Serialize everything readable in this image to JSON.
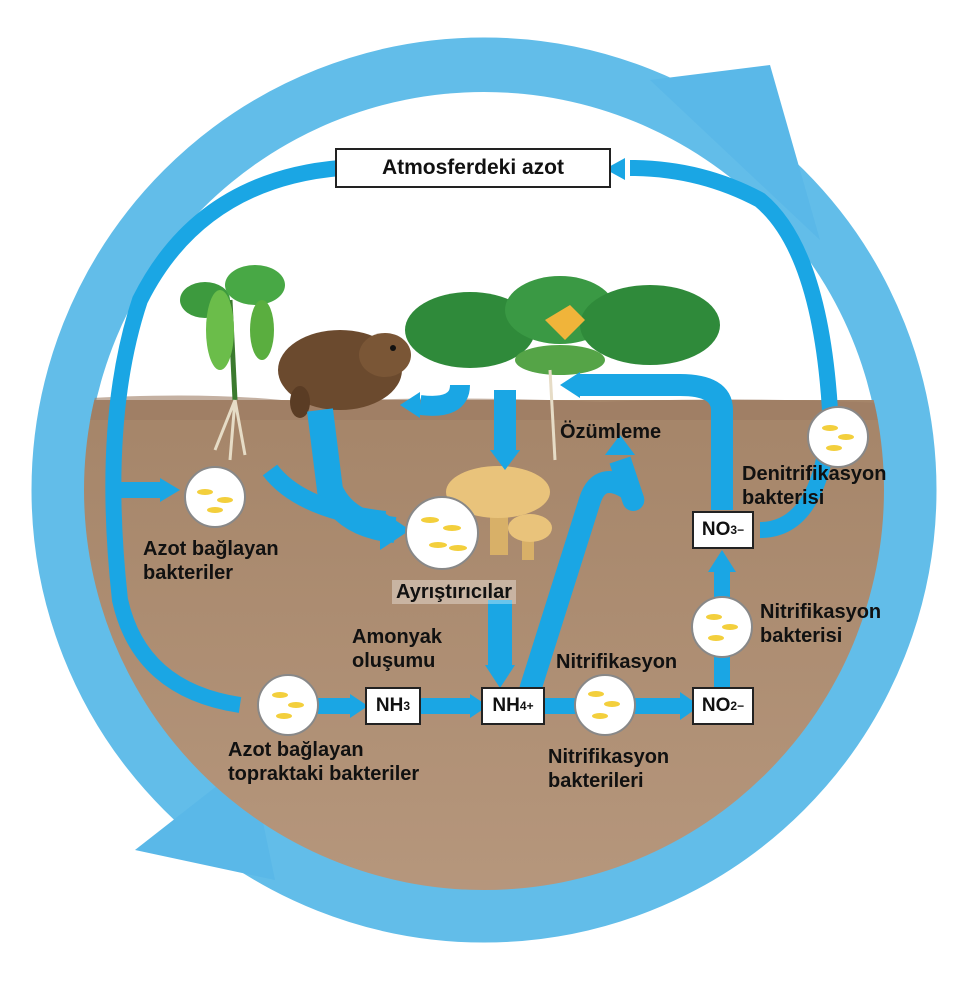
{
  "title": "Atmosferdeki azot",
  "labels": {
    "azot_baglayan_1": "Azot bağlayan",
    "azot_baglayan_2": "bakteriler",
    "ayristiricilar": "Ayrıştırıcılar",
    "amonyak_1": "Amonyak",
    "amonyak_2": "oluşumu",
    "ozumleme": "Özümleme",
    "nitrifikasyon": "Nitrifikasyon",
    "nitrifikasyon_bakterileri_1": "Nitrifikasyon",
    "nitrifikasyon_bakterileri_2": "bakterileri",
    "nitrifikasyon_bakterisi_1": "Nitrifikasyon",
    "nitrifikasyon_bakterisi_2": "bakterisi",
    "denitrifikasyon_1": "Denitrifikasyon",
    "denitrifikasyon_2": "bakterisi",
    "topraktaki_1": "Azot bağlayan",
    "topraktaki_2": "topraktaki bakteriler"
  },
  "compounds": {
    "nh3": {
      "base": "NH",
      "sub": "3",
      "sup": ""
    },
    "nh4": {
      "base": "NH",
      "sub": "4",
      "sup": "+"
    },
    "no2": {
      "base": "NO",
      "sub": "2",
      "sup": "−"
    },
    "no3": {
      "base": "NO",
      "sub": "3",
      "sup": "−"
    }
  },
  "colors": {
    "arrow": "#1aa6e4",
    "ring": "#6cc3ec",
    "soil": "#b48f74",
    "soil_top": "#a9876d",
    "leaf": "#2f8a3a",
    "mushroom": "#e8c27a",
    "bacteria": "#f3cf3c"
  }
}
